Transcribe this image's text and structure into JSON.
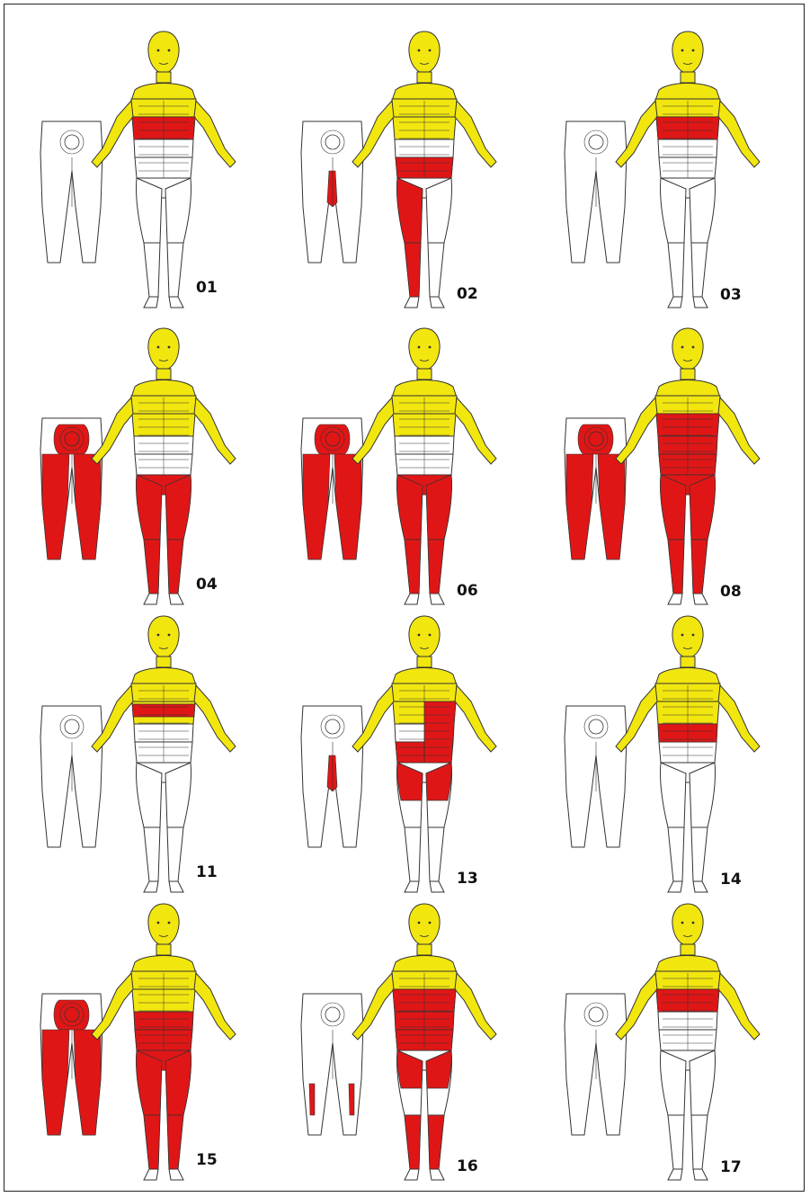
{
  "colors": {
    "upper_body": "#f2e60f",
    "affected": "#e01616",
    "unaffected": "#ffffff",
    "outline": "#333333"
  },
  "figures": [
    {
      "label": "01",
      "front": [
        "chest_lower"
      ],
      "back": []
    },
    {
      "label": "02",
      "front": [
        "abdomen_lower",
        "thigh_left",
        "shin_left"
      ],
      "back": [
        "sacral_small"
      ]
    },
    {
      "label": "03",
      "front": [
        "chest_lower"
      ],
      "back": []
    },
    {
      "label": "04",
      "front": [
        "pelvis",
        "thigh_left",
        "thigh_right",
        "shin_left",
        "shin_right"
      ],
      "back": [
        "buttock",
        "legs_full"
      ]
    },
    {
      "label": "06",
      "front": [
        "pelvis",
        "thigh_left",
        "thigh_right",
        "shin_left",
        "shin_right"
      ],
      "back": [
        "buttock",
        "legs_full"
      ]
    },
    {
      "label": "08",
      "front": [
        "chest_lower",
        "abdomen_upper",
        "abdomen_lower",
        "pelvis",
        "thigh_left",
        "thigh_right",
        "shin_left",
        "shin_right"
      ],
      "back": [
        "buttock",
        "legs_full"
      ]
    },
    {
      "label": "11",
      "front": [
        "chest_band"
      ],
      "back": []
    },
    {
      "label": "13",
      "front": [
        "torso_right",
        "abdomen_lower_partial",
        "thigh_left_upper",
        "thigh_right_upper"
      ],
      "back": [
        "sacral_small"
      ]
    },
    {
      "label": "14",
      "front": [
        "abdomen_upper"
      ],
      "back": []
    },
    {
      "label": "15",
      "front": [
        "abdomen_upper",
        "abdomen_lower",
        "pelvis",
        "thigh_left",
        "thigh_right",
        "shin_left",
        "shin_right"
      ],
      "back": [
        "buttock",
        "legs_full"
      ]
    },
    {
      "label": "16",
      "front": [
        "chest_lower",
        "abdomen_upper",
        "abdomen_lower",
        "thigh_left_upper",
        "thigh_right_upper",
        "shin_left",
        "shin_right"
      ],
      "back": [
        "calf_marks"
      ]
    },
    {
      "label": "17",
      "front": [
        "chest_lower"
      ],
      "back": []
    }
  ]
}
